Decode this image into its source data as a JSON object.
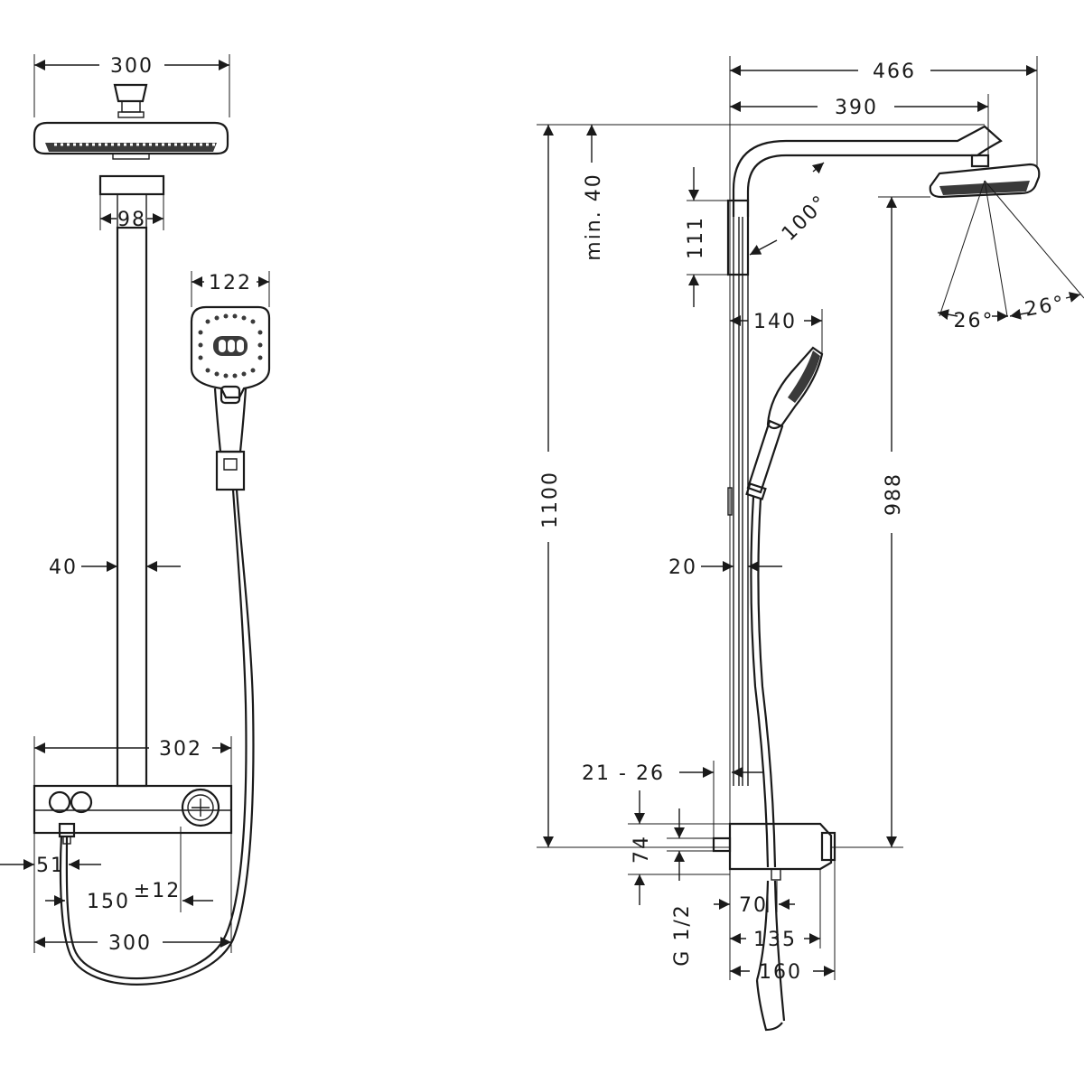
{
  "front_view": {
    "head_width": "300",
    "arm_width": "98",
    "hand_shower_width": "122",
    "pipe_diameter": "40",
    "thermostat_width": "302",
    "outlet_offset": "51",
    "wall_spacing": "150",
    "wall_spacing_tolerance": "±12",
    "base_width": "300"
  },
  "side_view": {
    "overall_projection": "466",
    "arm_projection": "390",
    "min_ceiling": "min. 40",
    "bracket_height": "111",
    "arm_angle": "100°",
    "total_height": "1100",
    "head_height": "988",
    "hand_shower_projection": "140",
    "spray_angle_left": "26°",
    "spray_angle_right": "26°",
    "rail_width": "20",
    "wall_distance": "21 - 26",
    "inlet_height": "74",
    "thread": "G 1/2",
    "inlet_spacing": "70",
    "thermostat_depth": "135",
    "thermostat_total_depth": "160"
  }
}
